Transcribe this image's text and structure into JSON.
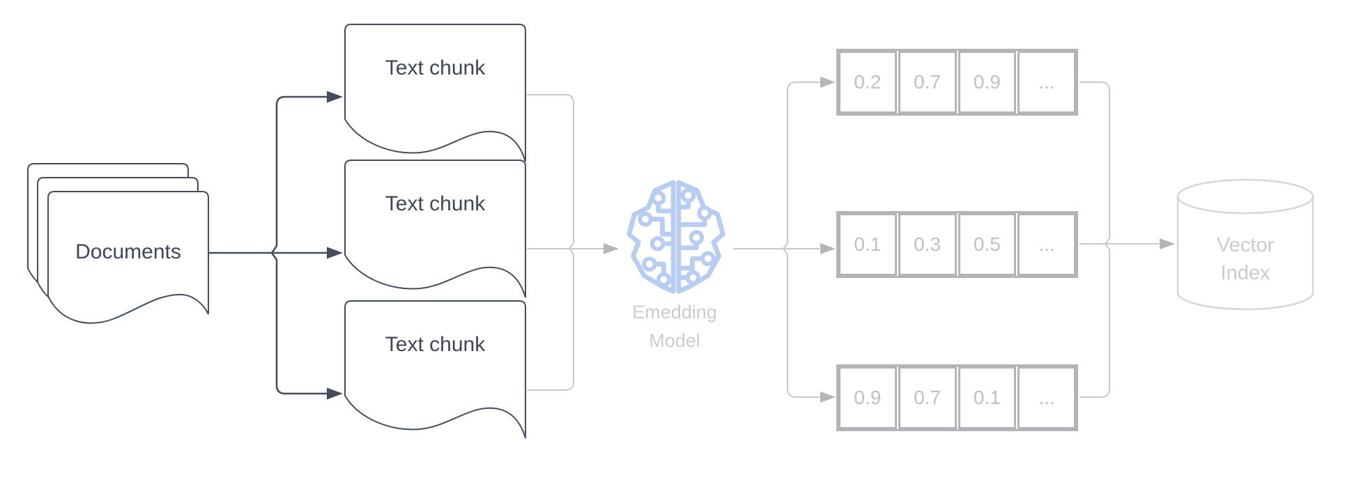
{
  "diagram": {
    "documents": {
      "label": "Documents"
    },
    "chunks": [
      {
        "label": "Text chunk"
      },
      {
        "label": "Text chunk"
      },
      {
        "label": "Text chunk"
      }
    ],
    "embedding_model": {
      "label_line1": "Emedding",
      "label_line2": "Model"
    },
    "vector_rows": [
      {
        "cells": [
          "0.2",
          "0.7",
          "0.9",
          "..."
        ]
      },
      {
        "cells": [
          "0.1",
          "0.3",
          "0.5",
          "..."
        ]
      },
      {
        "cells": [
          "0.9",
          "0.7",
          "0.1",
          "..."
        ]
      }
    ],
    "vector_index": {
      "label_line1": "Vector",
      "label_line2": "Index"
    }
  },
  "colors": {
    "dark_stroke": "#434b5d",
    "dark_text": "#3f4757",
    "light_connector": "#c7c9cb",
    "light_arrowhead": "#b4b6b9",
    "vector_border": "#b2b4b7",
    "vector_text": "#bec0c4",
    "cylinder_stroke": "#d4d6da",
    "faded_text": "#caccd2",
    "brain_blue": "#b7cdf1"
  }
}
